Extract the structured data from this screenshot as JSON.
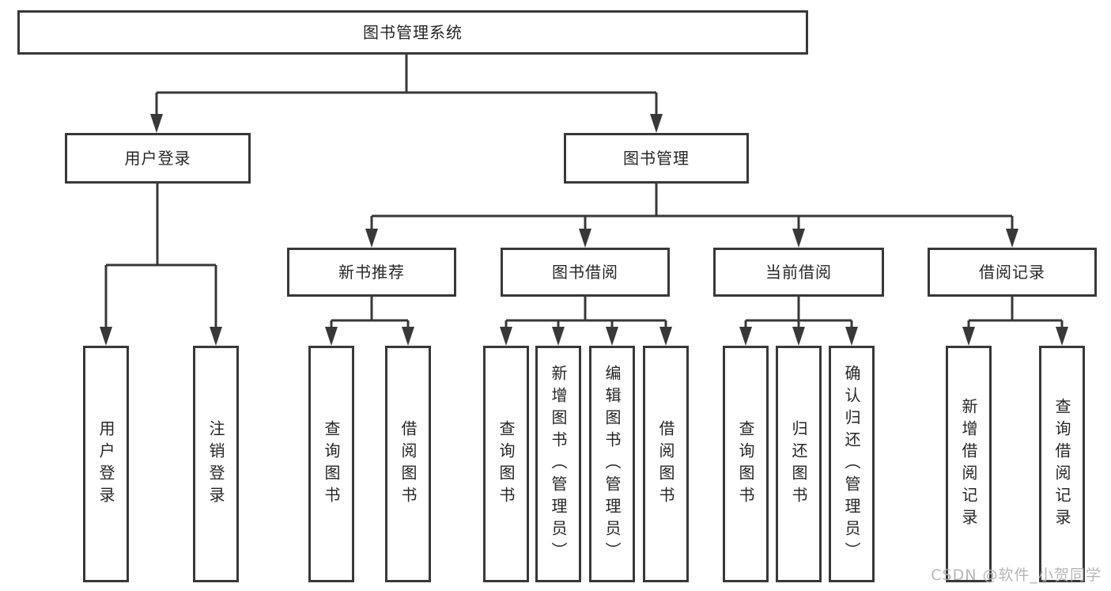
{
  "diagram": {
    "type": "hierarchy-tree",
    "root": {
      "label": "图书管理系统",
      "children": [
        {
          "label": "用户登录",
          "children": [
            {
              "label": "用户登录"
            },
            {
              "label": "注销登录"
            }
          ]
        },
        {
          "label": "图书管理",
          "children": [
            {
              "label": "新书推荐",
              "children": [
                {
                  "label": "查询图书"
                },
                {
                  "label": "借阅图书"
                }
              ]
            },
            {
              "label": "图书借阅",
              "children": [
                {
                  "label": "查询图书"
                },
                {
                  "label": "新增图书（管理员）"
                },
                {
                  "label": "编辑图书（管理员）"
                },
                {
                  "label": "借阅图书"
                }
              ]
            },
            {
              "label": "当前借阅",
              "children": [
                {
                  "label": "查询图书"
                },
                {
                  "label": "归还图书"
                },
                {
                  "label": "确认归还（管理员）"
                }
              ]
            },
            {
              "label": "借阅记录",
              "children": [
                {
                  "label": "新增借阅记录"
                },
                {
                  "label": "查询借阅记录"
                }
              ]
            }
          ]
        }
      ]
    }
  },
  "watermark": {
    "text": "CSDN @软件_小贺同学"
  },
  "colors": {
    "background": "#ffffff",
    "box_fill": "#ffffff",
    "box_border": "#383838",
    "line": "#383838",
    "text": "#262626",
    "watermark": "#b2b2b2"
  }
}
